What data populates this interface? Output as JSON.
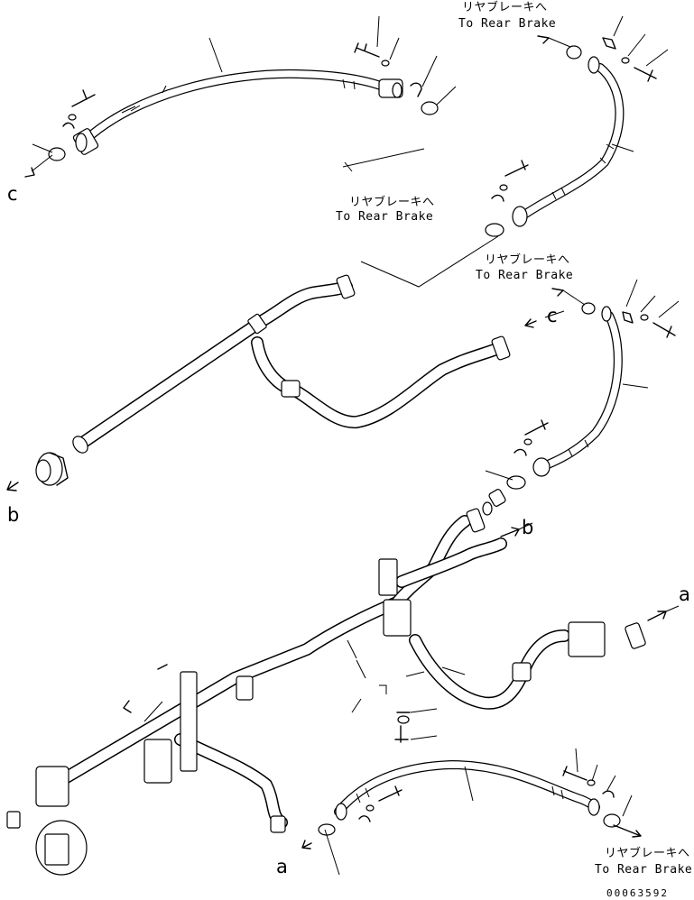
{
  "labels": {
    "jp": "リヤブレーキへ",
    "en": "To Rear Brake",
    "a": "a",
    "b": "b",
    "c": "c",
    "part_code": "00063592"
  }
}
